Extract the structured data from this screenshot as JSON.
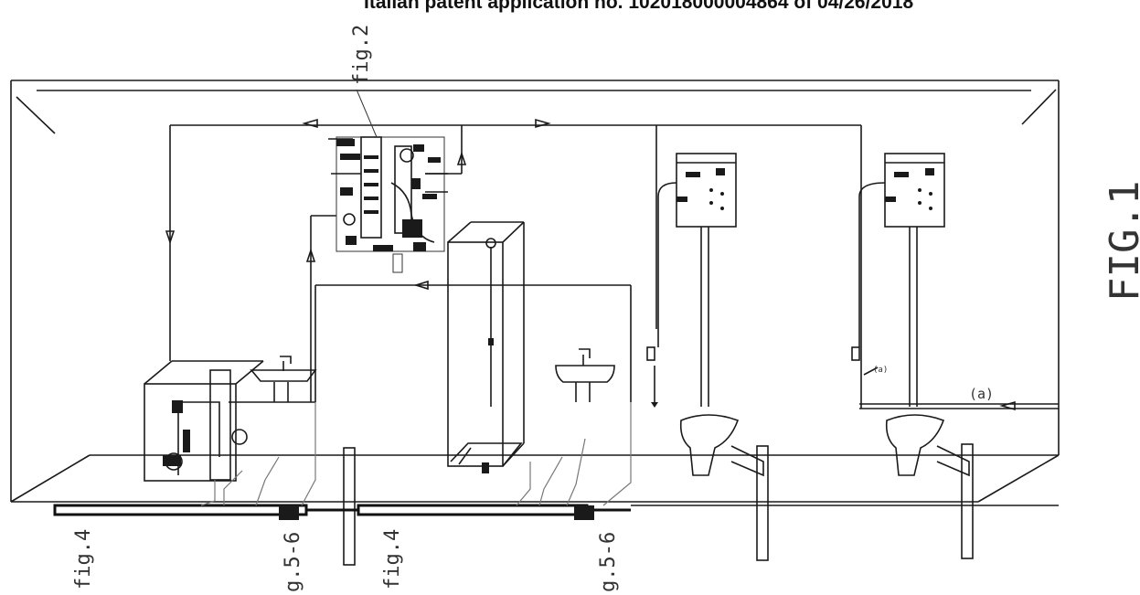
{
  "header": {
    "application_note": "Italian patent application no. 102018000004864 of 04/26/2018"
  },
  "figure": {
    "title": "FIG.1"
  },
  "callouts": {
    "fig2": "fig.2",
    "fig4_left": "fig.4",
    "fig4_mid": "fig.4",
    "fig56_left": "g.5-6",
    "fig56_mid": "g.5-6",
    "inlet_a": "(a)",
    "inlet_small": "(a)"
  }
}
